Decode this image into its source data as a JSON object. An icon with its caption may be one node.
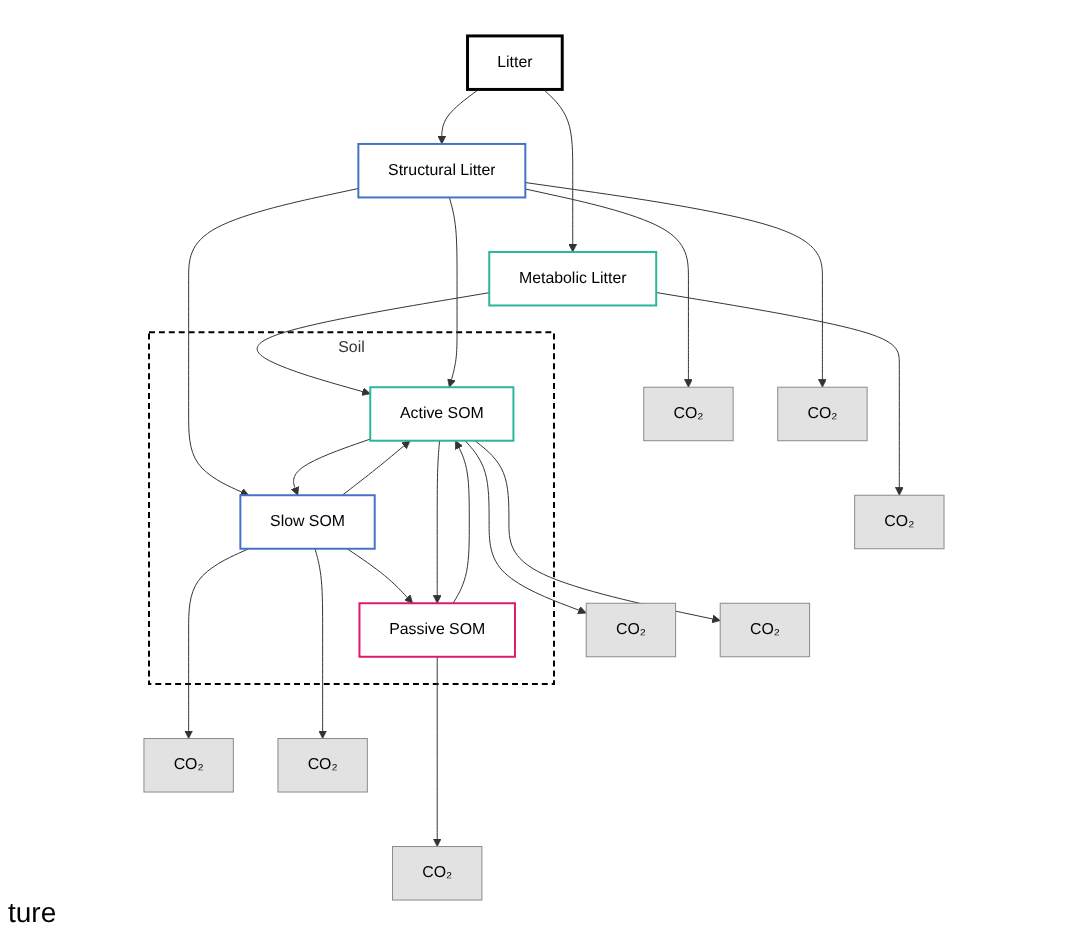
{
  "diagram": {
    "nodes": [
      {
        "text": [
          "Litter"
        ]
      },
      {
        "text": [
          "Structural Litter"
        ]
      },
      {
        "text": [
          "Metabolic Litter"
        ]
      },
      {
        "text": [
          "CO₂"
        ]
      },
      {
        "text": [
          "Soil"
        ]
      },
      {
        "text": [
          "Active SOM"
        ],
        "in": 4
      },
      {
        "text": [
          "CO₂"
        ]
      },
      {
        "text": [
          "CO₂"
        ]
      },
      {
        "text": [
          "CO₂"
        ]
      },
      {
        "text": [
          "Slow SOM"
        ],
        "in": 4
      },
      {
        "text": [
          "CO₂"
        ]
      },
      {
        "text": [
          "CO₂"
        ]
      },
      {
        "text": [
          "Passive SOM"
        ],
        "in": 4
      },
      {
        "text": [
          "CO₂"
        ]
      },
      {
        "text": [
          "CO₂"
        ]
      }
    ],
    "edges": [
      {
        "from": 0,
        "to": 1,
        "arrow": "to"
      },
      {
        "from": 0,
        "to": 2,
        "arrow": "to"
      },
      {
        "from": 2,
        "to": 5,
        "arrow": "to"
      },
      {
        "from": 2,
        "to": 3,
        "arrow": "to"
      },
      {
        "from": 1,
        "to": 5,
        "arrow": "to"
      },
      {
        "from": 1,
        "to": 6,
        "arrow": "to"
      },
      {
        "from": 1,
        "to": 9,
        "arrow": "to"
      },
      {
        "from": 1,
        "to": 7,
        "arrow": "to"
      },
      {
        "from": 5,
        "to": 9,
        "arrow": "to"
      },
      {
        "from": 5,
        "to": 8,
        "arrow": "to"
      },
      {
        "from": 9,
        "to": 5,
        "arrow": "to"
      },
      {
        "from": 9,
        "to": 10,
        "arrow": "to"
      },
      {
        "from": 9,
        "to": 12,
        "arrow": "to"
      },
      {
        "from": 9,
        "to": 13,
        "arrow": "to"
      },
      {
        "from": 12,
        "to": 5,
        "arrow": "to"
      },
      {
        "from": 12,
        "to": 11,
        "arrow": "to"
      },
      {
        "from": 5,
        "to": 12,
        "arrow": "to"
      },
      {
        "from": 5,
        "to": 14,
        "arrow": "to"
      }
    ],
    "labels": [
      "ture"
    ]
  }
}
